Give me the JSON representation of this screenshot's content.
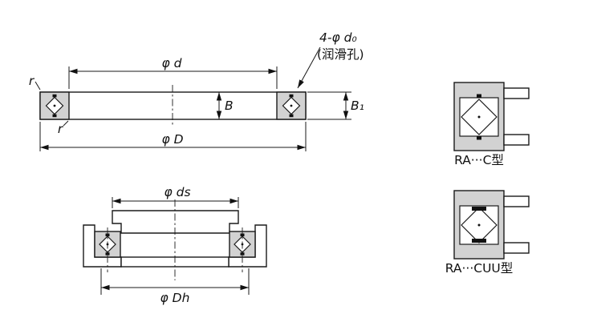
{
  "drawing": {
    "section_view": {
      "dim_inner_diameter": "φ d",
      "dim_outer_diameter": "φ D",
      "dim_width": "B",
      "dim_width_b1": "B₁",
      "fillet_radius_top": "r",
      "fillet_radius_bottom": "r",
      "lube_hole_count": "4-φ d₀",
      "lube_hole_note": "(润滑孔)"
    },
    "mounting_view": {
      "dim_shaft_diameter": "φ ds",
      "dim_housing_diameter": "φ Dh"
    },
    "type_views": {
      "type_c": "RA···C型",
      "type_cuu": "RA···CUU型"
    },
    "colors": {
      "line": "#1a1a1a",
      "section_fill": "#d2d2d2",
      "background": "#ffffff"
    }
  }
}
